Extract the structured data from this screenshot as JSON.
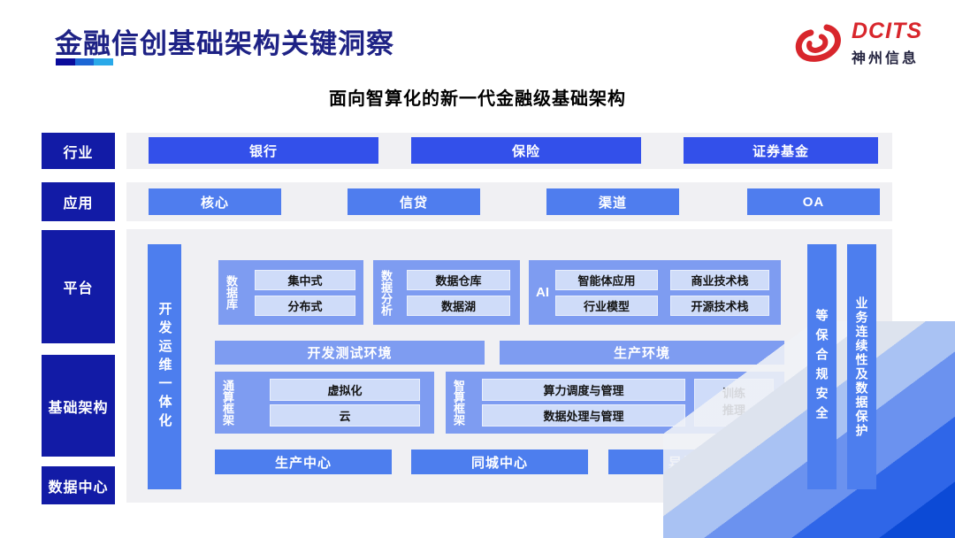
{
  "header": {
    "title": "金融信创基础架构关键洞察",
    "logo": {
      "brand": "DCITS",
      "company": "神州信息"
    }
  },
  "subtitle": "面向智算化的新一代金融级基础架构",
  "side_labels": {
    "industry": "行业",
    "application": "应用",
    "platform": "平台",
    "infrastructure": "基础架构",
    "datacenter": "数据中心"
  },
  "industry_row": {
    "items": [
      "银行",
      "保险",
      "证券基金"
    ]
  },
  "application_row": {
    "items": [
      "核心",
      "信贷",
      "渠道",
      "OA"
    ]
  },
  "diagram": {
    "devops_bar": "开发运维一体化",
    "security_bar": "等保合规安全",
    "continuity_bar": "业务连续性及数据保护",
    "database_group": {
      "label": "数据库",
      "items": [
        "集中式",
        "分布式"
      ]
    },
    "analytics_group": {
      "label": "数据分析",
      "items": [
        "数据仓库",
        "数据湖"
      ]
    },
    "ai_group": {
      "label": "AI",
      "items": [
        "智能体应用",
        "商业技术栈",
        "行业模型",
        "开源技术栈"
      ]
    },
    "env_bars": [
      "开发测试环境",
      "生产环境"
    ],
    "general_compute_group": {
      "label": "通算框架",
      "items": [
        "虚拟化",
        "云"
      ]
    },
    "intelligent_compute_group": {
      "label": "智算框架",
      "items": [
        "算力调度与管理",
        "数据处理与管理"
      ],
      "side_item": "训练推理"
    },
    "centers": [
      "生产中心",
      "同城中心",
      "异地中心"
    ]
  },
  "colors": {
    "navy": "#121ba6",
    "primary_blue": "#3350ea",
    "medium_blue": "#4f7dee",
    "periwinkle": "#7e9cf1",
    "inner_box": "#cfdcf9",
    "panel_gray": "#f0f0f3",
    "brand_red": "#d8262c",
    "title_navy": "#1e2285",
    "underline_segments": [
      "#0a0b9b",
      "#1c66d5",
      "#2aa9e9"
    ]
  }
}
